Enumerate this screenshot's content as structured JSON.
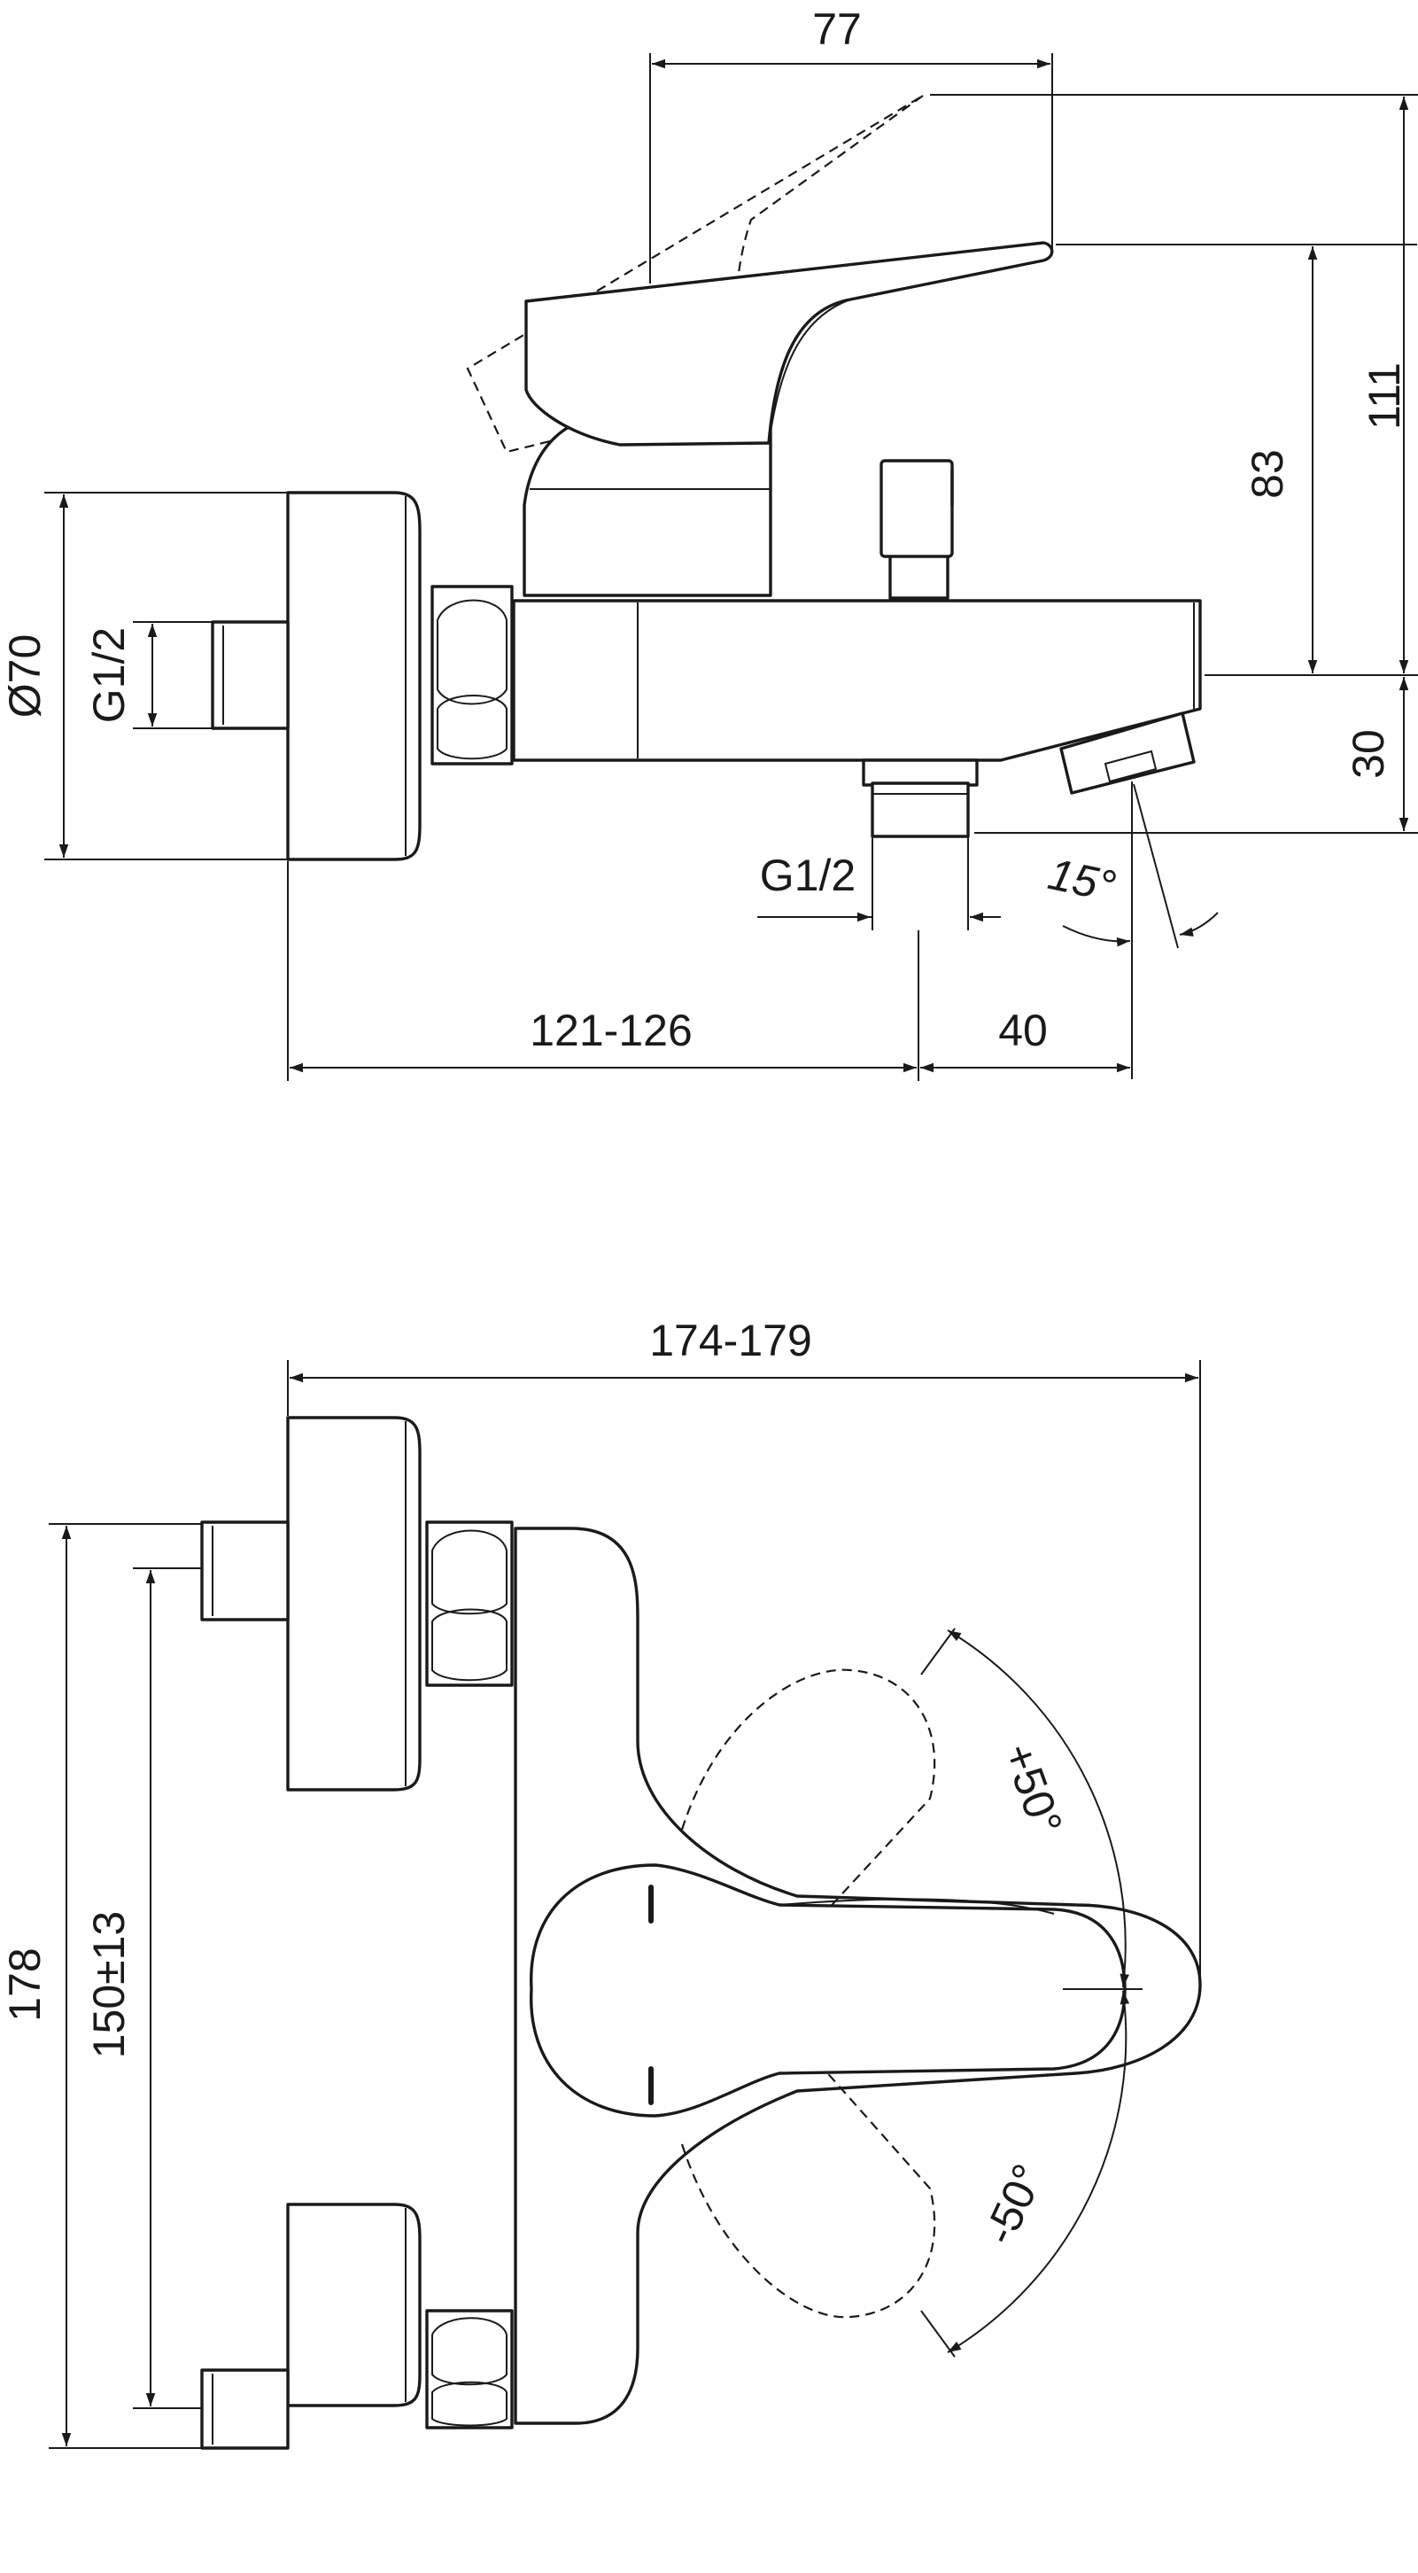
{
  "side_view": {
    "dim_lever_reach": "77",
    "dim_total_height": "111",
    "dim_lever_height": "83",
    "dim_body_height": "30",
    "dim_rosette_diameter": "Ø70",
    "dim_inlet_thread": "G1/2",
    "dim_outlet_thread": "G1/2",
    "dim_spout_angle": "15°",
    "dim_wall_to_outlet": "121-126",
    "dim_outlet_to_spout": "40"
  },
  "top_view": {
    "dim_total_width": "174-179",
    "dim_total_length": "178",
    "dim_inlet_spacing": "150±13",
    "dim_rotation_plus": "+50°",
    "dim_rotation_minus": "-50°"
  }
}
